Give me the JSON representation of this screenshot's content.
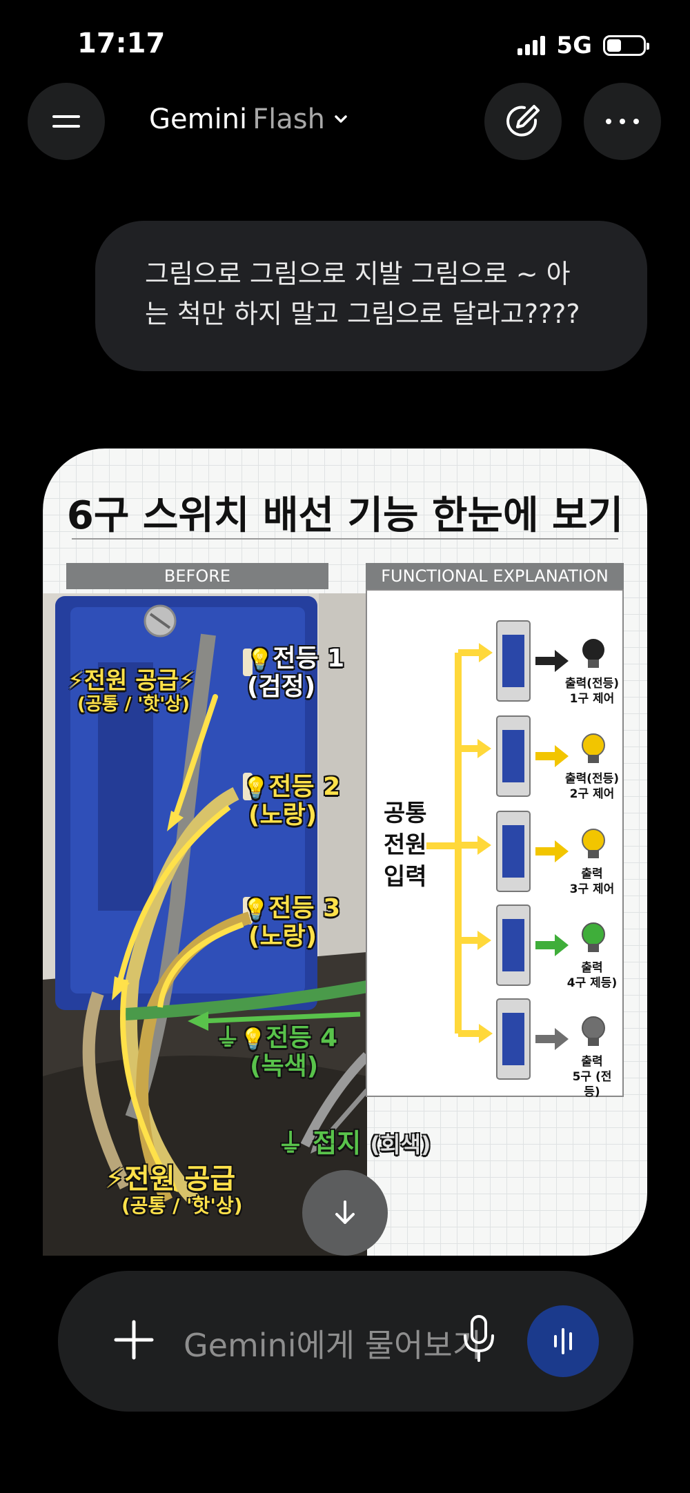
{
  "status": {
    "time": "17:17",
    "network": "5G"
  },
  "header": {
    "title": "Gemini",
    "model": "Flash"
  },
  "chat": {
    "user_message_line1": "그림으로 그림으로 지발 그림으로 ~ 아",
    "user_message_line2": "는 척만 하지 말고 그림으로 달라고????"
  },
  "image": {
    "title": "6구 스위치 배선 기능 한눈에 보기",
    "before_label": "BEFORE",
    "functional_label": "FUNCTIONAL EXPLANATION",
    "photo_labels": {
      "power_top": "전원 공급",
      "power_top_sub": "(공통 / '핫'상)",
      "light1": "전등 1",
      "light1_sub": "(검정)",
      "light2": "전등 2",
      "light2_sub": "(노랑)",
      "light3": "전등 3",
      "light3_sub": "(노랑)",
      "light4": "전등 4",
      "light4_sub": "(녹색)",
      "ground": "접지",
      "ground_sub": "(회색)",
      "power_bottom": "전원 공급",
      "power_bottom_sub": "(공통 / '핫'상)"
    },
    "common_input": [
      "공통",
      "전원",
      "입력"
    ],
    "outputs": [
      {
        "line1": "출력(전등)",
        "line2": "1구 제어",
        "color": "#222222"
      },
      {
        "line1": "출력(전등)",
        "line2": "2구 제어",
        "color": "#f2c500"
      },
      {
        "line1": "출력",
        "line2": "3구 제어",
        "color": "#f2c500"
      },
      {
        "line1": "출력",
        "line2": "4구 제등)",
        "color": "#3fae3a"
      },
      {
        "line1": "출력",
        "line2": "5구 (전등)",
        "color": "#6f6f6f"
      }
    ]
  },
  "composer": {
    "placeholder": "Gemini에게 물어보기"
  }
}
